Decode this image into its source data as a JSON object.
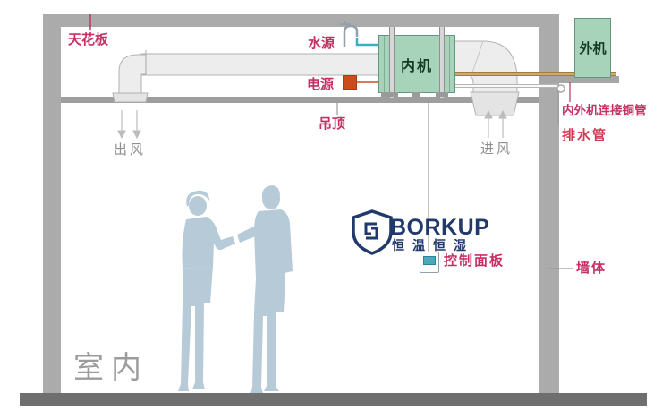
{
  "diagram": {
    "labels": {
      "ceiling": "天花板",
      "water_source": "水源",
      "power": "电源",
      "suspended_ceiling": "吊顶",
      "air_outlet": "出风",
      "air_inlet": "进风",
      "indoor_unit": "内机",
      "outdoor_unit": "外机",
      "connecting_copper_pipe": "内外机连接铜管",
      "drain_pipe": "排水管",
      "wall": "墙体",
      "control_panel": "控制面板",
      "indoor_room": "室内"
    },
    "logo": {
      "brand": "BORKUP",
      "tagline": "恒温恒湿"
    },
    "icons": [
      "faucet-icon",
      "drain-hook-icon",
      "shield-logo-icon",
      "arrow-down-icon",
      "arrow-up-icon"
    ],
    "colors": {
      "label_magenta": "#c62f63",
      "drain_label_red": "#cf3a55",
      "unit_green": "#a6d3ba",
      "logo_navy": "#21396b",
      "copper_pipe_tan": "#cdab6d",
      "water_pipe_teal": "#3ab0c0",
      "power_orange": "#cc4a1e",
      "structure_gray": "#ababab",
      "floor_gray": "#6f6f6f",
      "duct_gray": "#ededed",
      "people_blue": "#b7cad7"
    }
  }
}
